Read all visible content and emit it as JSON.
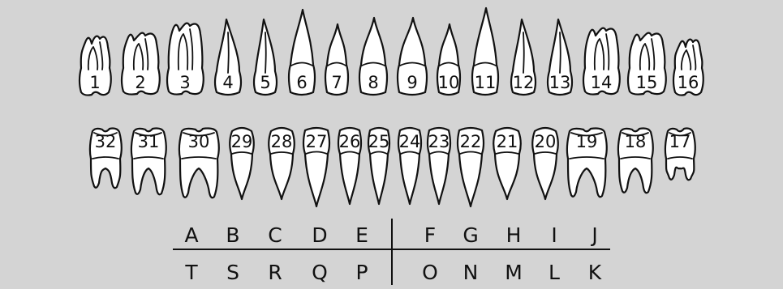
{
  "colors": {
    "background": "#d4d4d4",
    "tooth_fill": "#ffffff",
    "stroke": "#111111"
  },
  "upper_teeth": [
    {
      "number": "1",
      "kind": "molar"
    },
    {
      "number": "2",
      "kind": "molar"
    },
    {
      "number": "3",
      "kind": "molar"
    },
    {
      "number": "4",
      "kind": "premolar"
    },
    {
      "number": "5",
      "kind": "premolar"
    },
    {
      "number": "6",
      "kind": "canine"
    },
    {
      "number": "7",
      "kind": "incisor"
    },
    {
      "number": "8",
      "kind": "incisor"
    },
    {
      "number": "9",
      "kind": "incisor"
    },
    {
      "number": "10",
      "kind": "incisor"
    },
    {
      "number": "11",
      "kind": "canine"
    },
    {
      "number": "12",
      "kind": "premolar"
    },
    {
      "number": "13",
      "kind": "premolar"
    },
    {
      "number": "14",
      "kind": "molar"
    },
    {
      "number": "15",
      "kind": "molar"
    },
    {
      "number": "16",
      "kind": "molar"
    }
  ],
  "lower_teeth": [
    {
      "number": "32",
      "kind": "molar"
    },
    {
      "number": "31",
      "kind": "molar"
    },
    {
      "number": "30",
      "kind": "molar"
    },
    {
      "number": "29",
      "kind": "premolar"
    },
    {
      "number": "28",
      "kind": "premolar"
    },
    {
      "number": "27",
      "kind": "canine"
    },
    {
      "number": "26",
      "kind": "incisor"
    },
    {
      "number": "25",
      "kind": "incisor"
    },
    {
      "number": "24",
      "kind": "incisor"
    },
    {
      "number": "23",
      "kind": "incisor"
    },
    {
      "number": "22",
      "kind": "canine"
    },
    {
      "number": "21",
      "kind": "premolar"
    },
    {
      "number": "20",
      "kind": "premolar"
    },
    {
      "number": "19",
      "kind": "molar"
    },
    {
      "number": "18",
      "kind": "molar"
    },
    {
      "number": "17",
      "kind": "molar"
    }
  ],
  "primary_upper_letters": [
    "A",
    "B",
    "C",
    "D",
    "E",
    "F",
    "G",
    "H",
    "I",
    "J"
  ],
  "primary_lower_letters": [
    "T",
    "S",
    "R",
    "Q",
    "P",
    "O",
    "N",
    "M",
    "L",
    "K"
  ]
}
